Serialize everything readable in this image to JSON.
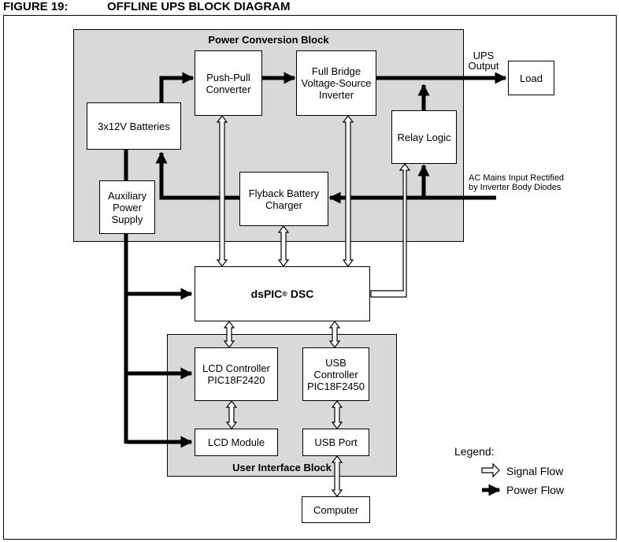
{
  "figure": {
    "number": "FIGURE 19:",
    "title": "OFFLINE UPS BLOCK DIAGRAM"
  },
  "regions": {
    "power_conversion": "Power Conversion Block",
    "user_interface": "User Interface Block"
  },
  "blocks": {
    "push_pull": "Push-Pull\nConverter",
    "full_bridge": "Full Bridge\nVoltage-Source\nInverter",
    "batteries": "3x12V Batteries",
    "relay_logic": "Relay Logic",
    "aux_power": "Auxiliary\nPower\nSupply",
    "flyback": "Flyback Battery\nCharger",
    "dspic_main": "dsPIC",
    "dspic_sup": "®",
    "dspic_rest": " DSC",
    "lcd_controller": "LCD Controller\nPIC18F2420",
    "usb_controller": "USB\nController\nPIC18F2450",
    "lcd_module": "LCD Module",
    "usb_port": "USB Port",
    "load": "Load",
    "computer": "Computer"
  },
  "labels": {
    "ups_output": "UPS\nOutput",
    "ac_mains": "AC Mains Input Rectified\nby Inverter Body Diodes"
  },
  "legend": {
    "title": "Legend:",
    "signal": "Signal Flow",
    "power": "Power Flow"
  }
}
